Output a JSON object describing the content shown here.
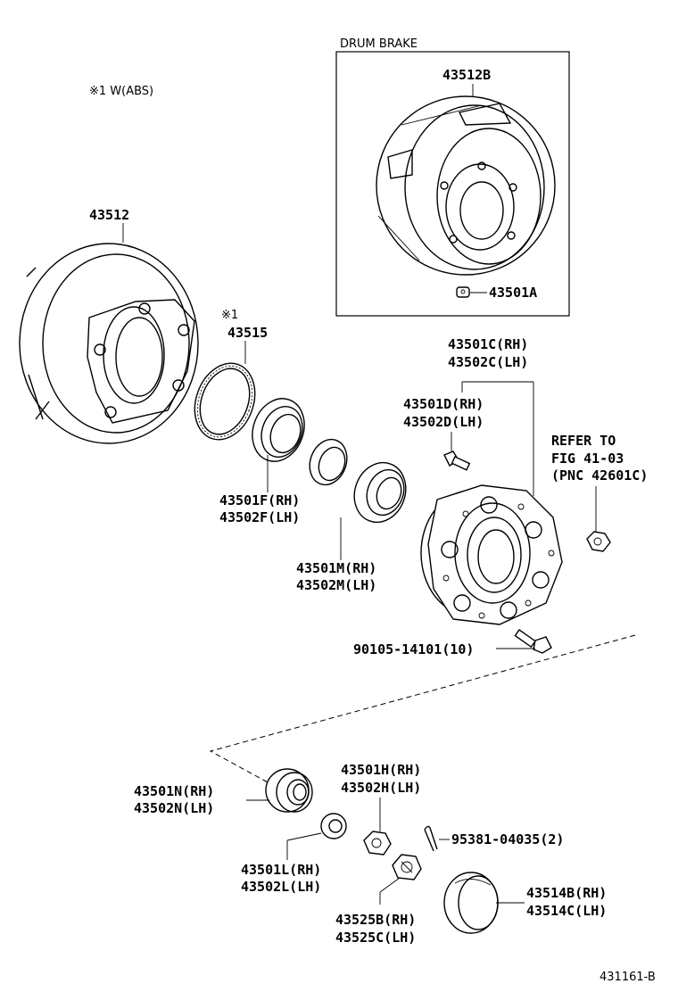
{
  "diagram": {
    "drum_brake_title": "DRUM BRAKE",
    "note_abs": "※1 W(ABS)",
    "note_mark": "※1",
    "figure_id": "431161-B",
    "refer": {
      "line1": "REFER TO",
      "line2": "FIG 41-03",
      "line3": "(PNC 42601C)"
    },
    "parts": {
      "p43512B": "43512B",
      "p43501A": "43501A",
      "p43512": "43512",
      "p43515": "43515",
      "p43501C": "43501C(RH)",
      "p43502C": "43502C(LH)",
      "p43501D": "43501D(RH)",
      "p43502D": "43502D(LH)",
      "p43501F": "43501F(RH)",
      "p43502F": "43502F(LH)",
      "p43501M": "43501M(RH)",
      "p43502M": "43502M(LH)",
      "p90105": "90105-14101(10)",
      "p43501N": "43501N(RH)",
      "p43502N": "43502N(LH)",
      "p43501H": "43501H(RH)",
      "p43502H": "43502H(LH)",
      "p95381": "95381-04035(2)",
      "p43501L": "43501L(RH)",
      "p43502L": "43502L(LH)",
      "p43525B": "43525B(RH)",
      "p43525C": "43525C(LH)",
      "p43514B": "43514B(RH)",
      "p43514C": "43514C(LH)"
    }
  }
}
